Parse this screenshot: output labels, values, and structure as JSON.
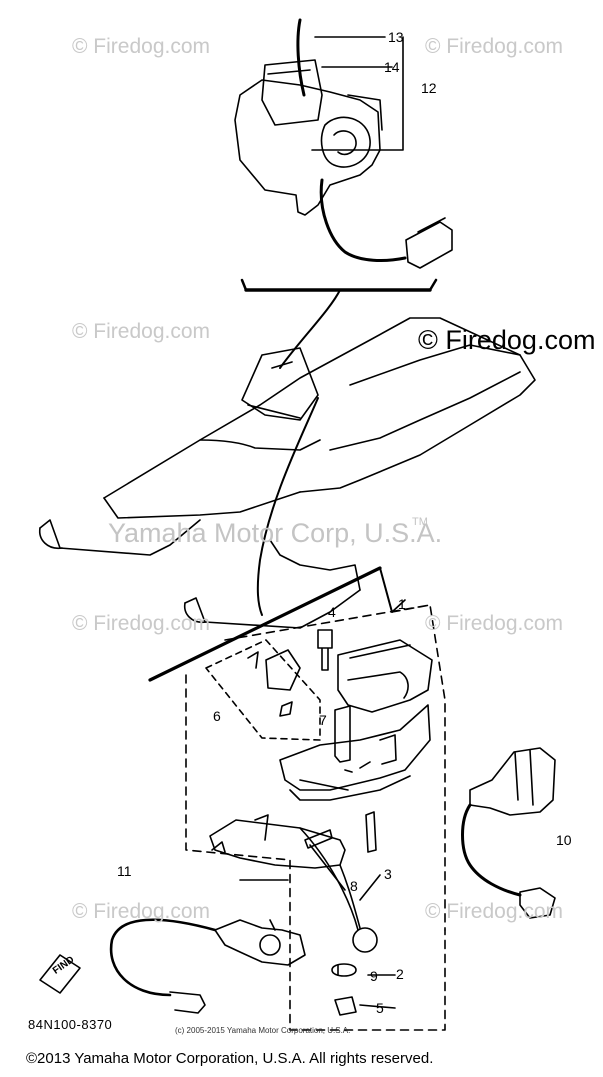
{
  "watermark": {
    "small": "© Firedog.com",
    "large": "© Firedog.com",
    "corp": "Yamaha Motor Corp, U.S.A.",
    "tm": "TM"
  },
  "callouts": [
    "13",
    "14",
    "12",
    "1",
    "4",
    "6",
    "7",
    "10",
    "3",
    "8",
    "11",
    "9",
    "2",
    "5"
  ],
  "find_label": "FIND",
  "part_number": "84N100-8370",
  "small_copyright": "(c) 2005-2015 Yamaha Motor Corporation, U.S.A.",
  "footer": "©2013 Yamaha Motor Corporation, U.S.A. All rights reserved."
}
